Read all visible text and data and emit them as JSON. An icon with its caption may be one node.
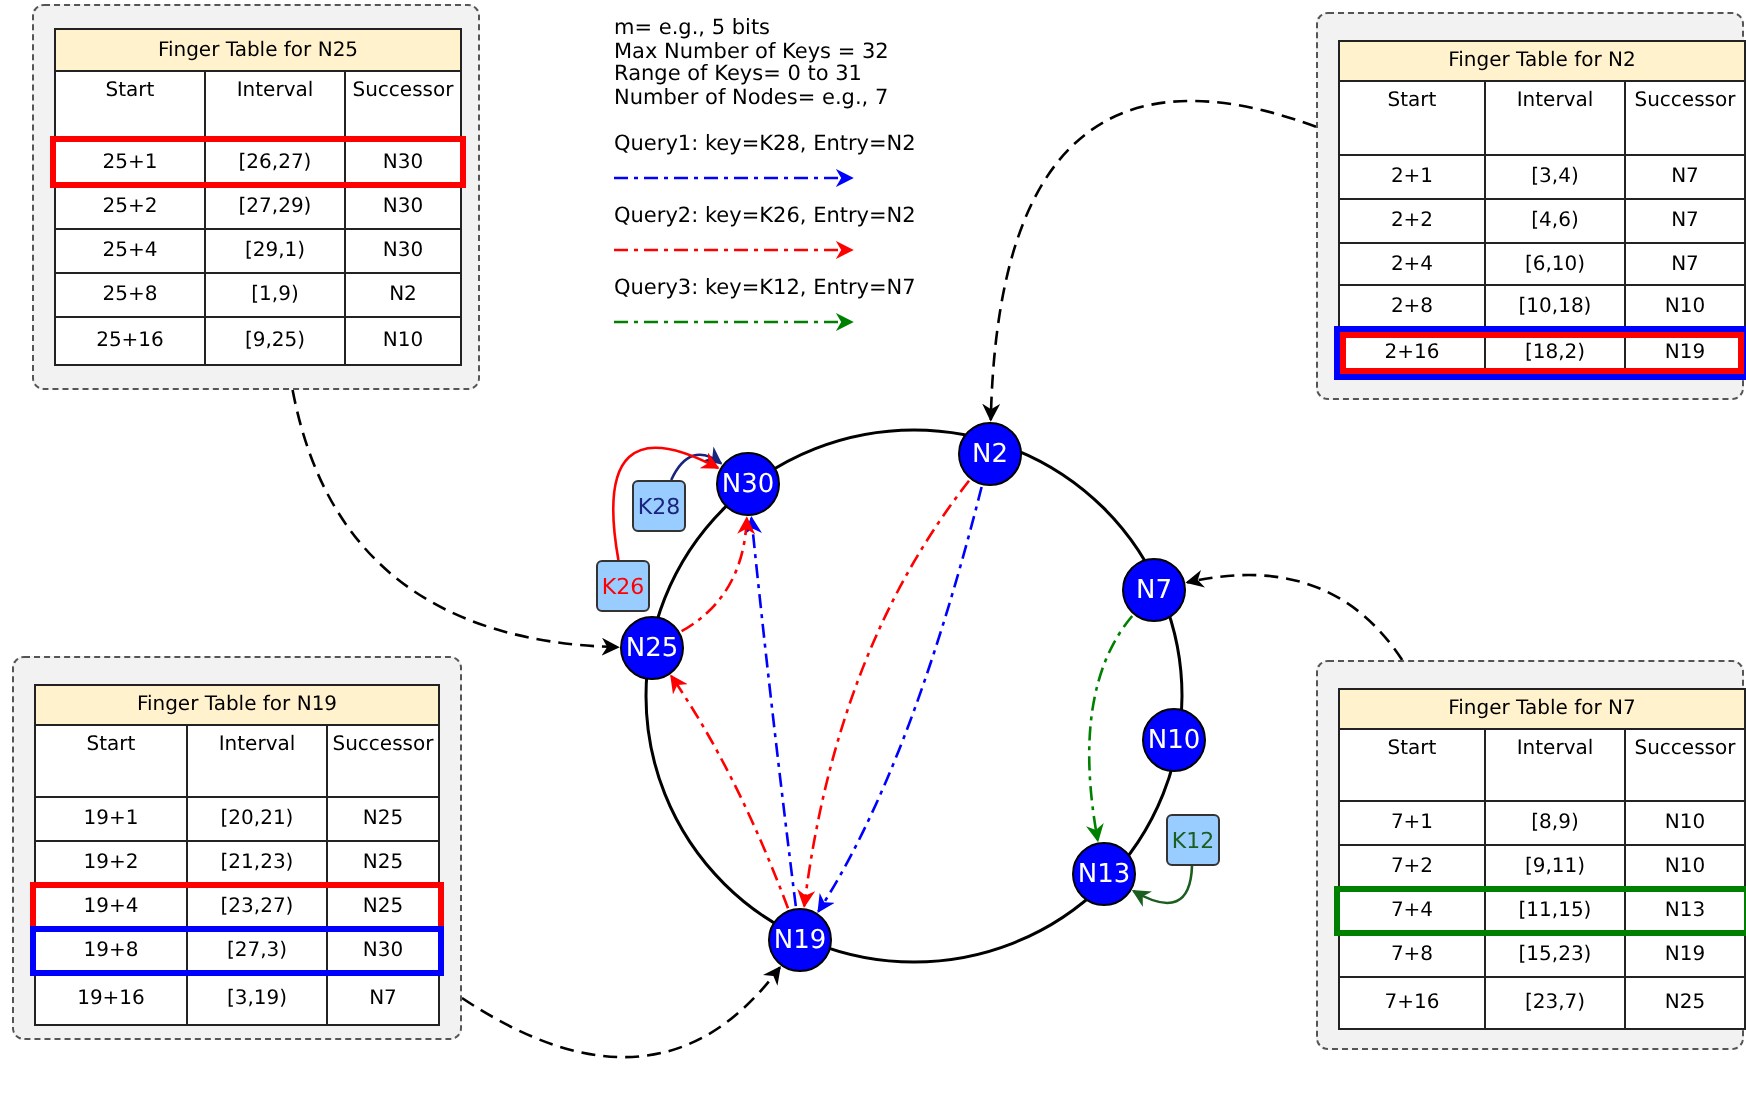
{
  "diagram": {
    "nodes": [
      {
        "text": [
          "Finger Table for N25",
          "Start",
          "Interval",
          "Successor",
          "25+1",
          "[26,27)",
          "N30",
          "25+2",
          "[27,29)",
          "N30",
          "25+4",
          "[29,1)",
          "N30",
          "25+8",
          "[1,9)",
          "N2",
          "25+16",
          "[9,25)",
          "N10"
        ]
      },
      {
        "text": [
          "Finger Table for N2",
          "Start",
          "Interval",
          "Successor",
          "2+1",
          "[3,4)",
          "N7",
          "2+2",
          "[4,6)",
          "N7",
          "2+4",
          "[6,10)",
          "N7",
          "2+8",
          "[10,18)",
          "N10",
          "2+16",
          "[18,2)",
          "N19"
        ]
      },
      {
        "text": [
          "N30"
        ]
      },
      {
        "text": [
          "N2"
        ]
      },
      {
        "text": [
          "K28"
        ]
      },
      {
        "text": [
          "K26"
        ]
      },
      {
        "text": [
          "N7"
        ]
      },
      {
        "text": [
          "N25"
        ]
      },
      {
        "text": [
          "N10"
        ]
      },
      {
        "text": [
          "Finger Table for N19",
          "Start",
          "Interval",
          "Successor",
          "19+1",
          "[20,21)",
          "N25",
          "19+2",
          "[21,23)",
          "N25",
          "19+4",
          "[23,27)",
          "N25",
          "19+8",
          "[27,3)",
          "N30",
          "19+16",
          "[3,19)",
          "N7"
        ]
      },
      {
        "text": [
          "Finger Table for N7",
          "Start",
          "Interval",
          "Successor",
          "7+1",
          "[8,9)",
          "N10",
          "7+2",
          "[9,11)",
          "N10",
          "7+4",
          "[11,15)",
          "N13",
          "7+8",
          "[15,23)",
          "N19",
          "7+16",
          "[23,7)",
          "N25"
        ]
      },
      {
        "text": [
          "K12"
        ]
      },
      {
        "text": [
          "N13"
        ]
      },
      {
        "text": [
          "N19"
        ]
      }
    ],
    "edges": [
      {
        "from": 0,
        "to": 7,
        "arrow": "to",
        "style": "dashed"
      },
      {
        "from": 1,
        "to": 3,
        "arrow": "to",
        "style": "dashed"
      },
      {
        "from": 10,
        "to": 6,
        "arrow": "to",
        "style": "dashed"
      },
      {
        "from": 9,
        "to": 13,
        "arrow": "to",
        "style": "dashed"
      },
      {
        "from": 4,
        "to": 2,
        "arrow": "to",
        "color": "#1a237e"
      },
      {
        "from": 5,
        "to": 2,
        "arrow": "to",
        "color": "#ff0000"
      },
      {
        "from": 11,
        "to": 12,
        "arrow": "to",
        "color": "#1b5e20"
      },
      {
        "from": 3,
        "to": 13,
        "arrow": "to",
        "style": "dashed",
        "color": "#0000ff"
      },
      {
        "from": 13,
        "to": 2,
        "arrow": "to",
        "style": "dashed",
        "color": "#0000ff"
      },
      {
        "from": 3,
        "to": 13,
        "arrow": "to",
        "style": "dashed",
        "color": "#ff0000"
      },
      {
        "from": 13,
        "to": 7,
        "arrow": "to",
        "style": "dashed",
        "color": "#ff0000"
      },
      {
        "from": 7,
        "to": 2,
        "arrow": "to",
        "style": "dashed",
        "color": "#ff0000"
      },
      {
        "from": 6,
        "to": 12,
        "arrow": "to",
        "style": "dashed",
        "color": "#008000"
      }
    ],
    "labels": [
      "m= e.g., 5 bits",
      "Max Number of Keys = 32",
      "Range of Keys= 0 to 31",
      "Number of Nodes= e.g., 7"
    ],
    "legend": [
      {
        "text": "Query1: key=K28, Entry=N2"
      },
      {
        "text": "Query2: key=K26, Entry=N2"
      },
      {
        "text": "Query3: key=K12, Entry=N7"
      }
    ]
  }
}
